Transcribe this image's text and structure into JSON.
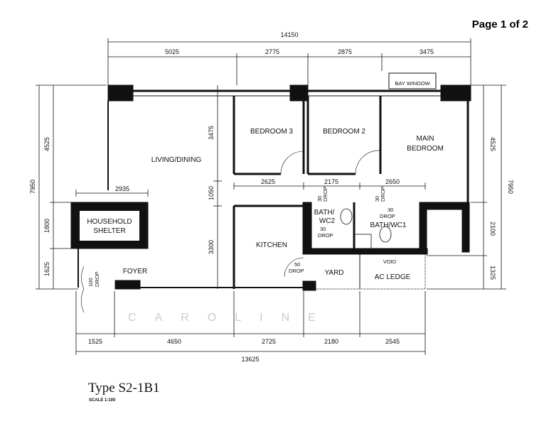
{
  "page_label": "Page 1 of 2",
  "plan_title": "Type S2-1B1",
  "scale": "SCALE 1:100",
  "watermark": "CAROLINE",
  "rooms": {
    "living": "LIVING/DINING",
    "bed3": "BEDROOM 3",
    "bed2": "BEDROOM 2",
    "main1": "MAIN",
    "main2": "BEDROOM",
    "bay": "BAY WINDOW",
    "shelter1": "HOUSEHOLD",
    "shelter2": "SHELTER",
    "foyer": "FOYER",
    "kitchen": "KITCHEN",
    "yard": "YARD",
    "acledge": "AC LEDGE",
    "bath2a": "BATH/",
    "bath2b": "WC2",
    "bath1": "BATH/WC1",
    "void": "VOID"
  },
  "drops": {
    "d30": "30",
    "drop": "DROP",
    "d50": "50",
    "d100": "100"
  },
  "dims": {
    "top_total": "14150",
    "top": [
      "5025",
      "2775",
      "2875",
      "3475"
    ],
    "left_total": "7950",
    "left": [
      "4525",
      "1800",
      "1625"
    ],
    "right_total": "7950",
    "right": [
      "4525",
      "2100",
      "1325"
    ],
    "mid_v": [
      "3475",
      "1050",
      "3300"
    ],
    "mid_h": [
      "2625",
      "2175",
      "2650"
    ],
    "shelter": "2935",
    "bottom": [
      "1525",
      "4650",
      "2725",
      "2180",
      "2545"
    ],
    "bottom_total": "13625"
  }
}
